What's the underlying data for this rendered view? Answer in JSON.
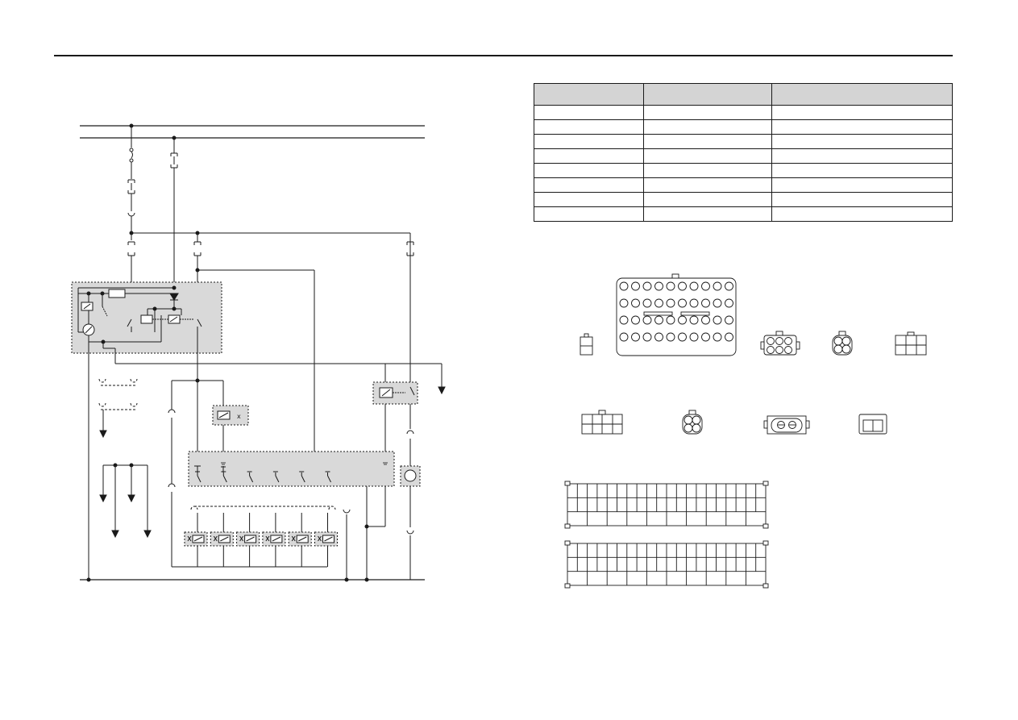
{
  "page": {
    "background": "#ffffff",
    "line_color": "#1a1a1a",
    "module_fill": "#d9d9d9",
    "header_fill": "#d4d4d4"
  },
  "connector_table": {
    "headers": [
      "",
      "",
      ""
    ],
    "rows": [
      [
        "",
        "",
        ""
      ],
      [
        "",
        "",
        ""
      ],
      [
        "",
        "",
        ""
      ],
      [
        "",
        "",
        ""
      ],
      [
        "",
        "",
        ""
      ],
      [
        "",
        "",
        ""
      ],
      [
        "",
        "",
        ""
      ],
      [
        "",
        "",
        ""
      ]
    ]
  },
  "schematic": {
    "supply_rails": 2,
    "fuses": 1,
    "connector_breaks": 4,
    "modules": [
      "relay-control-module",
      "switch-panel-module",
      "relay-module-right",
      "relay-module-small"
    ],
    "actuators": 6,
    "branch_arrows": 6
  },
  "connector_views": {
    "large_40_pin": {
      "rows": 4,
      "cols": 10
    },
    "harness_blocks": [
      {
        "rows": 3,
        "cols": 20
      },
      {
        "rows": 3,
        "cols": 20
      }
    ]
  }
}
